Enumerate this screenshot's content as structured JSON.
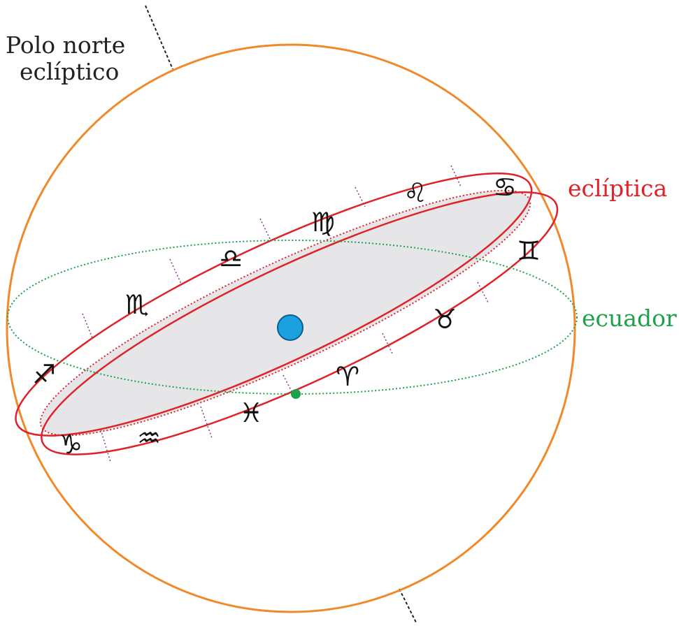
{
  "labels": {
    "pole_line1": "Polo norte",
    "pole_line2": "eclíptico",
    "ecliptic": "eclíptica",
    "equator": "ecuador"
  },
  "zodiac": [
    {
      "name": "aries",
      "glyph": "♈"
    },
    {
      "name": "taurus",
      "glyph": "♉"
    },
    {
      "name": "gemini",
      "glyph": "♊"
    },
    {
      "name": "cancer",
      "glyph": "♋"
    },
    {
      "name": "leo",
      "glyph": "♌"
    },
    {
      "name": "virgo",
      "glyph": "♍"
    },
    {
      "name": "libra",
      "glyph": "♎"
    },
    {
      "name": "scorpio",
      "glyph": "♏"
    },
    {
      "name": "sagittarius",
      "glyph": "♐"
    },
    {
      "name": "capricorn",
      "glyph": "♑"
    },
    {
      "name": "aquarius",
      "glyph": "♒"
    },
    {
      "name": "pisces",
      "glyph": "♓"
    }
  ],
  "colors": {
    "sphere": "#F0892A",
    "ecliptic": "#E02228",
    "equator": "#1BA24A",
    "sun": "#1BA0E0",
    "equinox_point": "#1BA24A",
    "ecliptic_fill": "#E6E6E8",
    "divider": "#8A3A8A",
    "axis": "#222222"
  }
}
